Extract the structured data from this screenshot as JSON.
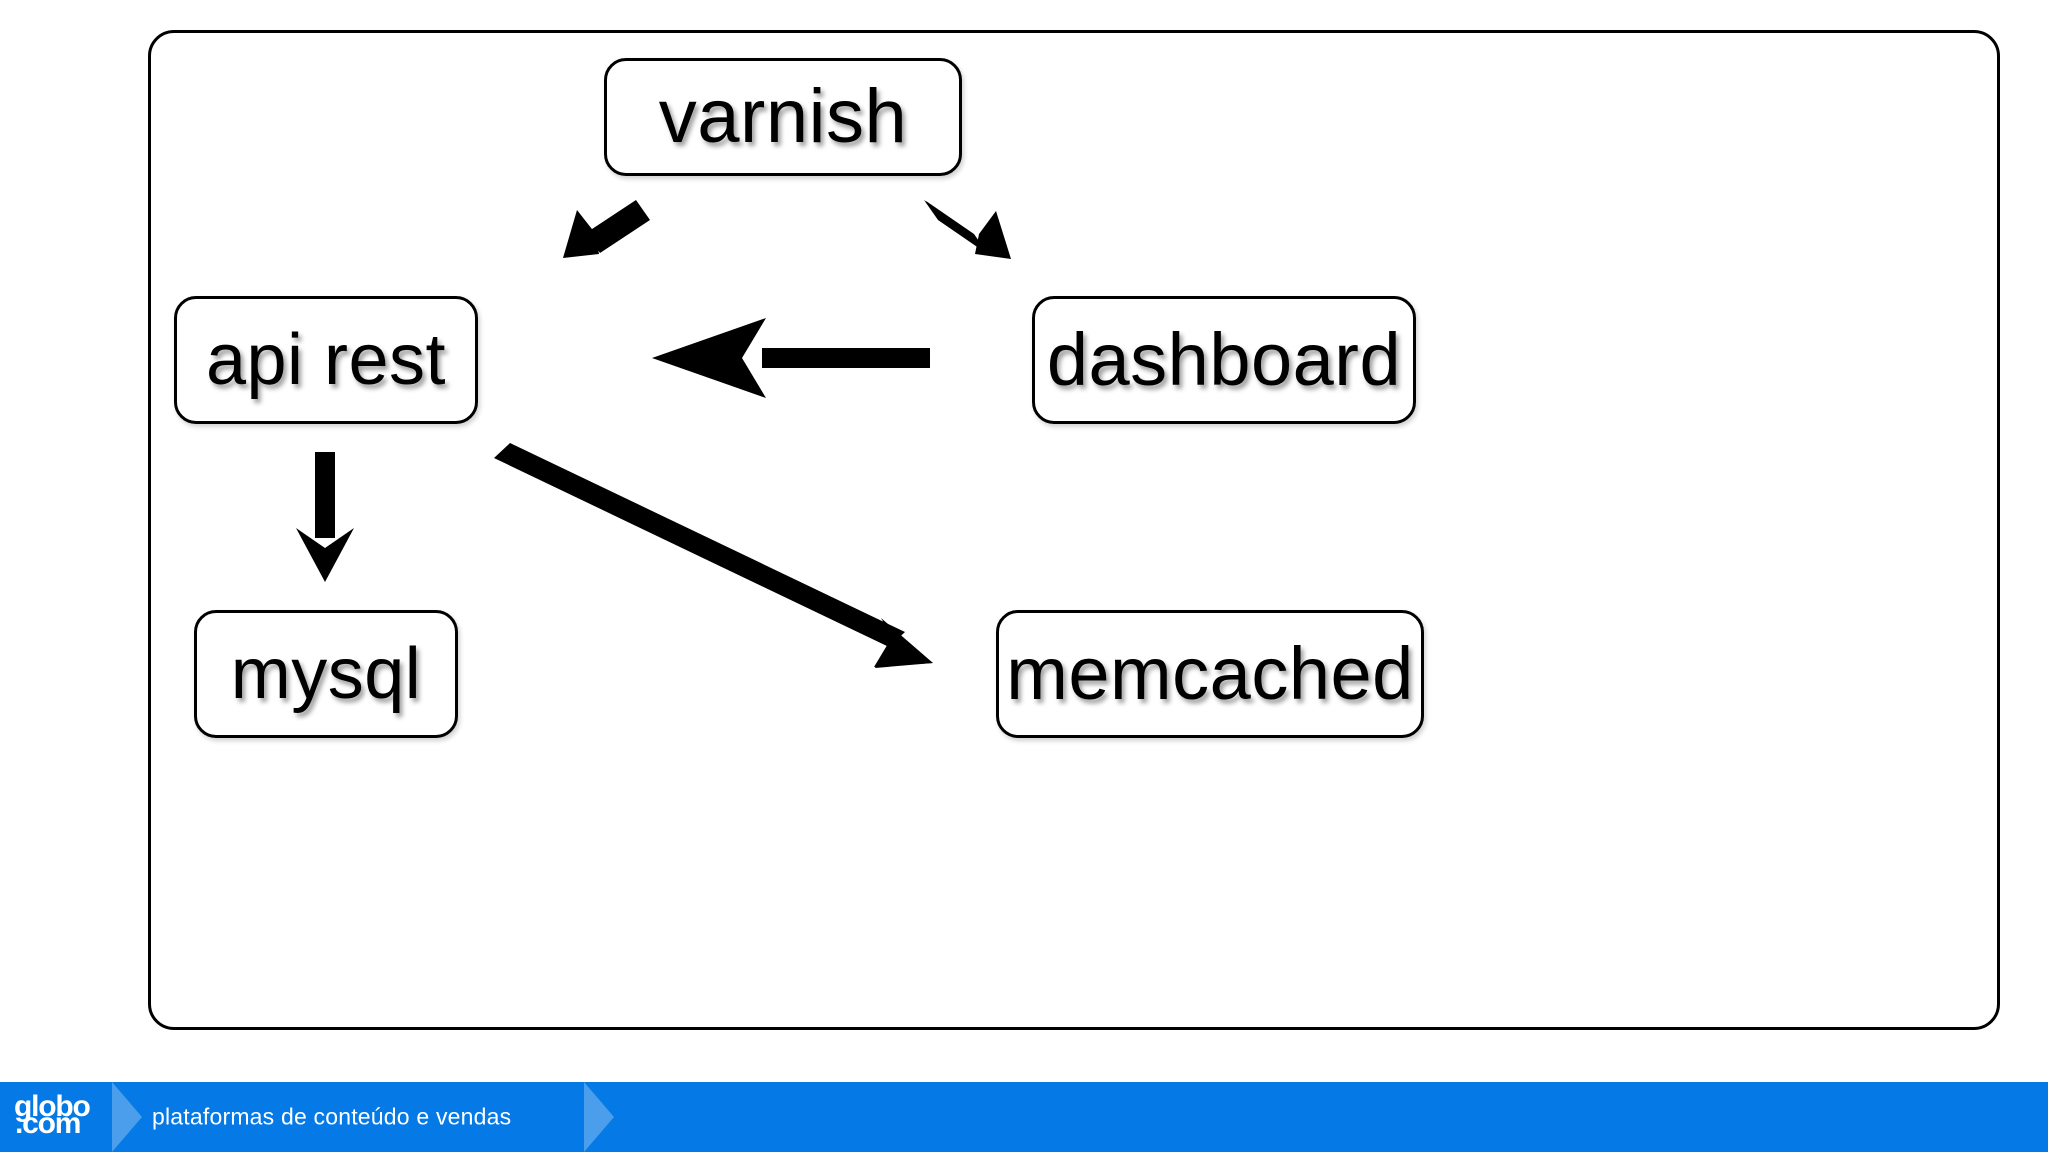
{
  "diagram": {
    "type": "architecture-flow",
    "nodes": [
      {
        "id": "varnish",
        "label": "varnish"
      },
      {
        "id": "apirest",
        "label": "api rest"
      },
      {
        "id": "dashboard",
        "label": "dashboard"
      },
      {
        "id": "mysql",
        "label": "mysql"
      },
      {
        "id": "memcached",
        "label": "memcached"
      }
    ],
    "edges": [
      {
        "from": "varnish",
        "to": "apirest",
        "direction": "down-left",
        "style": "solid-arrow"
      },
      {
        "from": "varnish",
        "to": "dashboard",
        "direction": "down-right",
        "style": "solid-arrow"
      },
      {
        "from": "dashboard",
        "to": "apirest",
        "direction": "left",
        "style": "solid-arrow"
      },
      {
        "from": "apirest",
        "to": "mysql",
        "direction": "down",
        "style": "solid-arrow"
      },
      {
        "from": "apirest",
        "to": "memcached",
        "direction": "down-right",
        "style": "solid-arrow"
      }
    ],
    "colors": {
      "stroke": "#000000",
      "fill": "#ffffff",
      "arrow": "#000000"
    }
  },
  "footer": {
    "brand_line1": "globo",
    "brand_line2": ".com",
    "tagline": "plataformas de conteúdo e vendas",
    "background_color": "#0579e5",
    "text_color": "#ffffff"
  }
}
